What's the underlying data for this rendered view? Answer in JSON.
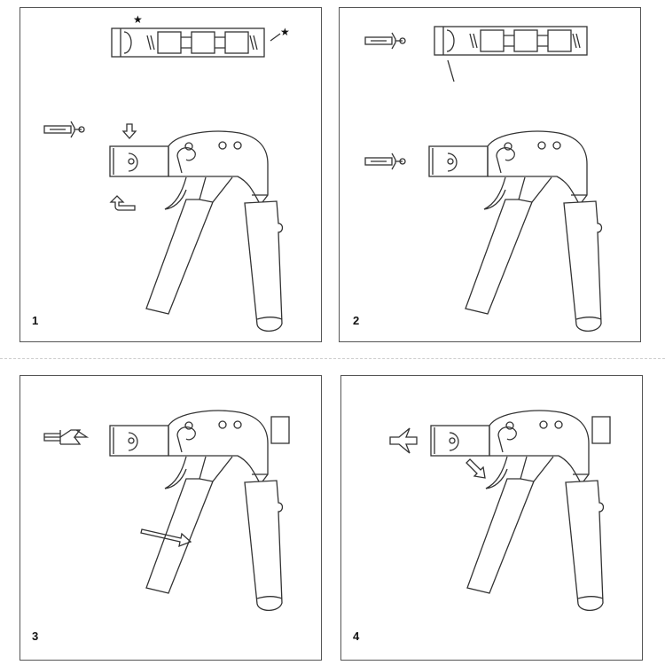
{
  "steps": [
    {
      "number": "1"
    },
    {
      "number": "2"
    },
    {
      "number": "3"
    },
    {
      "number": "4"
    }
  ],
  "colors": {
    "line": "#333333",
    "border": "#555555",
    "background": "#ffffff"
  }
}
